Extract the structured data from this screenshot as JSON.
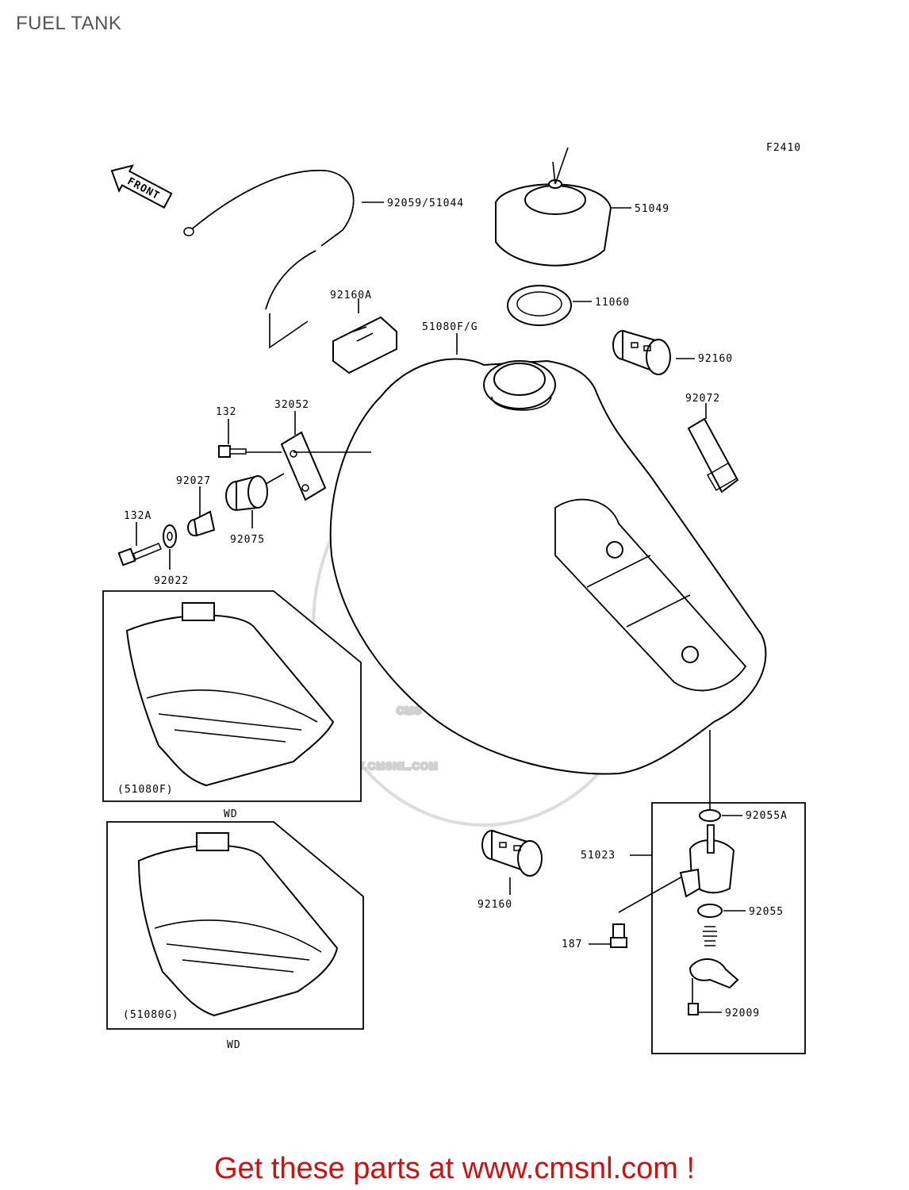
{
  "page": {
    "title": "FUEL TANK"
  },
  "figure_code": "F2410",
  "front_arrow_label": "FRONT",
  "watermark": {
    "logo_text": "CMS",
    "url_text": "WWW.CMSNL.COM"
  },
  "callouts": [
    {
      "id": "hose",
      "label": "92059/51044"
    },
    {
      "id": "cap",
      "label": "51049"
    },
    {
      "id": "gasket-cap",
      "label": "11060"
    },
    {
      "id": "pad-a",
      "label": "92160A"
    },
    {
      "id": "tank",
      "label": "51080F/G"
    },
    {
      "id": "damper-top",
      "label": "92160"
    },
    {
      "id": "band",
      "label": "92072"
    },
    {
      "id": "bolt-132",
      "label": "132"
    },
    {
      "id": "bracket",
      "label": "32052"
    },
    {
      "id": "collar",
      "label": "92027"
    },
    {
      "id": "bolt-132a",
      "label": "132A"
    },
    {
      "id": "damper-mount",
      "label": "92075"
    },
    {
      "id": "washer",
      "label": "92022"
    },
    {
      "id": "oring-a",
      "label": "92055A"
    },
    {
      "id": "cock",
      "label": "51023"
    },
    {
      "id": "oring",
      "label": "92055"
    },
    {
      "id": "bolt-187",
      "label": "187"
    },
    {
      "id": "screw",
      "label": "92009"
    },
    {
      "id": "damper-bottom",
      "label": "92160"
    }
  ],
  "insets": [
    {
      "id": "tank-f",
      "caption": "(51080F)",
      "note": "WD"
    },
    {
      "id": "tank-g",
      "caption": "(51080G)",
      "note": "WD"
    }
  ],
  "banner": {
    "text": "Get these parts at www.cmsnl.com !",
    "color": "#cc1111"
  }
}
